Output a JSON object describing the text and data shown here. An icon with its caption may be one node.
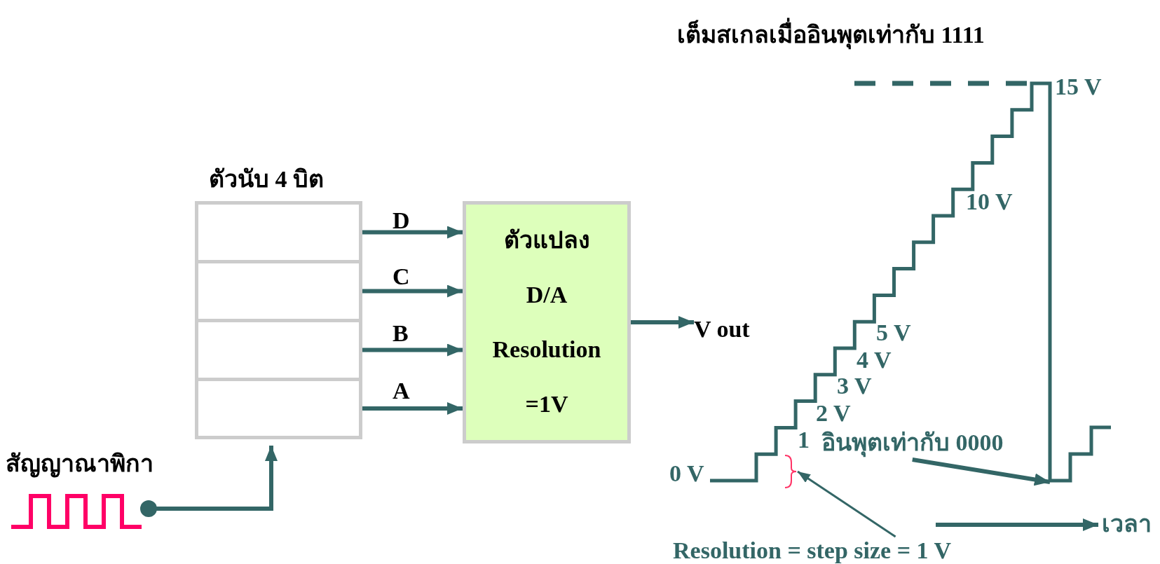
{
  "diagram": {
    "nodes": [
      {
        "text": [
          "ตัวนับ 4 บิต"
        ]
      },
      {
        "text": [],
        "shape": "box",
        "in": 0
      },
      {
        "text": [],
        "shape": "box",
        "in": 0
      },
      {
        "text": [],
        "shape": "box",
        "in": 0
      },
      {
        "text": [],
        "shape": "box",
        "in": 0
      },
      {
        "text": [
          "ตัวแปลง D/A",
          "Resolution =1V"
        ]
      },
      {
        "text": [
          "V out"
        ]
      },
      {
        "text": [],
        "shape": "picture",
        "beside": [
          "สัญญาณาพิกา"
        ]
      },
      {
        "text": [
          "อินพุตเท่ากับ 0000"
        ]
      },
      {
        "text": [],
        "shape": "brace"
      },
      {
        "text": [
          "Resolution = step size = 1 V"
        ]
      }
    ],
    "edges": [
      {
        "from": 1,
        "to": 5,
        "arrow": "to",
        "label": "D"
      },
      {
        "from": 2,
        "to": 5,
        "arrow": "to",
        "label": "C"
      },
      {
        "from": 3,
        "to": 5,
        "arrow": "to",
        "label": "B"
      },
      {
        "from": 4,
        "to": 5,
        "arrow": "to",
        "label": "A"
      },
      {
        "from": 5,
        "to": 6,
        "arrow": "to"
      },
      {
        "from": 7,
        "to": 0,
        "arrow": "to"
      },
      {
        "from": 8,
        "to": null,
        "arrow": "to"
      },
      {
        "from": 10,
        "to": 9,
        "arrow": "to"
      }
    ],
    "labels": [
      "เต็มสเกลเมื่ออินพุตเท่ากับ 1111",
      "15 V",
      "10 V",
      "5 V",
      "4 V",
      "3 V",
      "2 V",
      "1",
      "0 V",
      "เวลา"
    ]
  }
}
